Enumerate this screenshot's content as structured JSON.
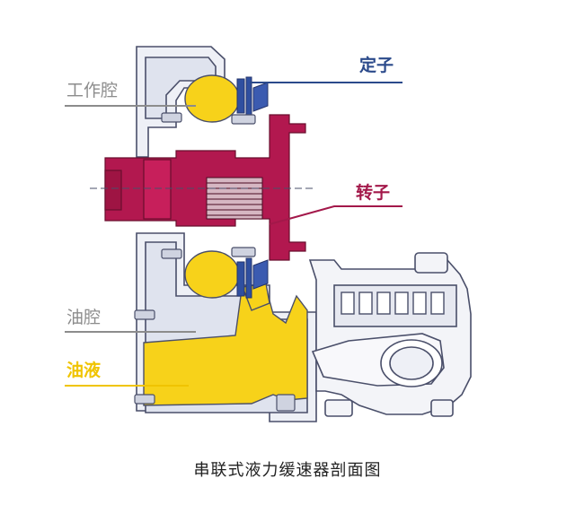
{
  "labels": {
    "stator": "定子",
    "rotor": "转子",
    "working_chamber": "工作腔",
    "oil_chamber": "油腔",
    "oil": "油液"
  },
  "caption": "串联式液力缓速器剖面图",
  "colors": {
    "stator": "#2b4a8b",
    "rotor": "#a3184a",
    "working_chamber": "#8c8c8c",
    "oil_chamber": "#8c8c8c",
    "oil": "#f0c400",
    "oil_fill": "#f7d21a",
    "housing_stroke": "#4a4f6a"
  }
}
